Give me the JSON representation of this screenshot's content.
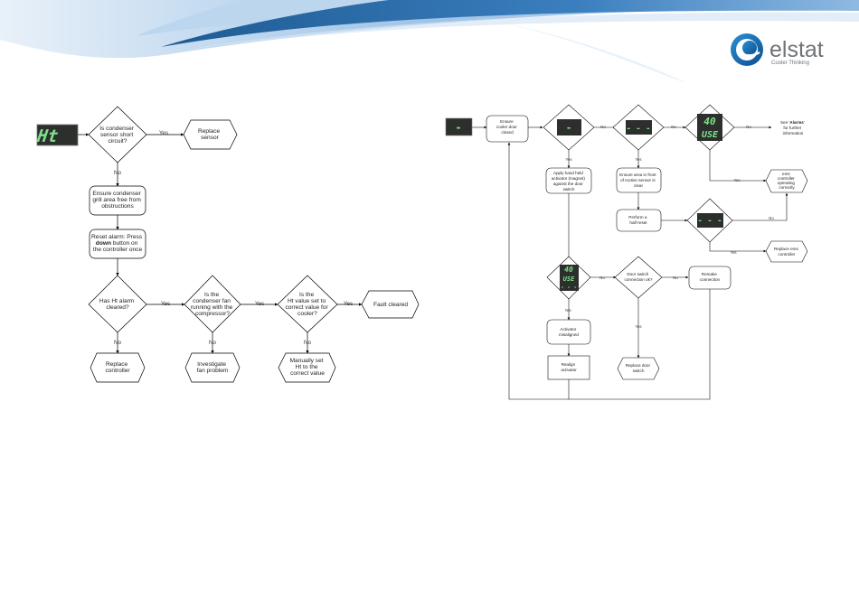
{
  "header": {
    "brand": "elstat",
    "tagline": "Cooler Thinking",
    "colors": {
      "wave_dark": "#1d5a92",
      "wave_mid": "#3b7fbf",
      "wave_light": "#9ec3e6",
      "brand_text": "#6f7378"
    }
  },
  "left": {
    "display_ht": "Ht",
    "q_short": [
      "Is condenser",
      "sensor short",
      "circuit?"
    ],
    "replace_sensor": [
      "Replace",
      "sensor"
    ],
    "ensure_grill": [
      "Ensure condenser",
      "grill area free from",
      "obstructions"
    ],
    "reset_alarm": {
      "line1": "Reset alarm: Press",
      "bold": "down",
      "line2_rest": " button on",
      "line3": "the controller once"
    },
    "q_cleared": [
      "Has Ht alarm",
      "cleared?"
    ],
    "q_fan": [
      "Is the",
      "condenser fan",
      "running with the",
      "compressor?"
    ],
    "q_value": [
      "Is  the",
      "Ht value set to",
      "correct value for",
      "cooler?"
    ],
    "fault_cleared": [
      "Fault cleared"
    ],
    "replace_controller": [
      "Replace",
      "controller"
    ],
    "investigate_fan": [
      "Investigate",
      "fan problem"
    ],
    "manually_set": [
      "Manually set",
      "Ht to the",
      "correct value"
    ],
    "yes": "Yes",
    "no": "No"
  },
  "right": {
    "display_dash": "-",
    "ensure_door": [
      "Ensure",
      "cooler door",
      "closed"
    ],
    "d1": "-",
    "d2": "- - -",
    "d3_top": "40",
    "d3_bot": "USE",
    "see_alarms": {
      "pre": "See '",
      "bold": "Alarms",
      "post": "'",
      "line2": "for further",
      "line3": "information"
    },
    "apply_hand": [
      "Apply hand held",
      "activator (magnet)",
      "against the door",
      "switch"
    ],
    "ensure_area": [
      "Ensure area in front",
      "of motion sensor is",
      "clear"
    ],
    "ems_correct": [
      "ems",
      "controller",
      "operating",
      "correctly"
    ],
    "perform_reset": [
      "Perform a",
      "half-reset"
    ],
    "d4": "- - -",
    "replace_ems": [
      "Replace ems",
      "controller"
    ],
    "d5_top": "40",
    "d5_mid": "USE",
    "d5_bot": "- - -",
    "door_switch_q": [
      "Door switch",
      "connection ok?"
    ],
    "remake_conn": [
      "Remake",
      "connection"
    ],
    "activator_misaligned": [
      "Activator",
      "misaligned"
    ],
    "replace_door_switch": [
      "Replace door",
      "switch"
    ],
    "realign_activator": [
      "Realign",
      "activator"
    ],
    "yes": "Yes",
    "no": "No"
  }
}
